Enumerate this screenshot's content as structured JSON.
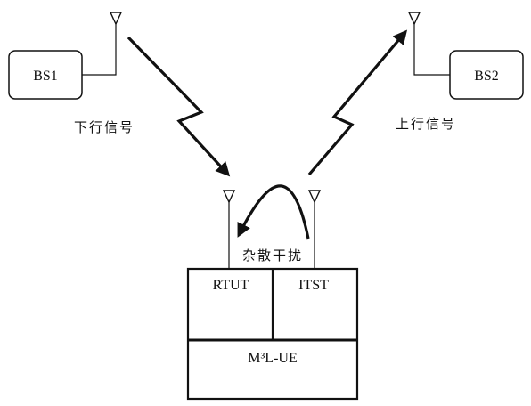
{
  "base_stations": [
    {
      "label": "BS1"
    },
    {
      "label": "BS2"
    }
  ],
  "signals": {
    "downlink_label": "下行信号",
    "uplink_label": "上行信号",
    "interference_label": "杂散干扰"
  },
  "ue": {
    "rtut_label": "RTUT",
    "itst_label": "ITST",
    "device_label": "M³L-UE"
  }
}
